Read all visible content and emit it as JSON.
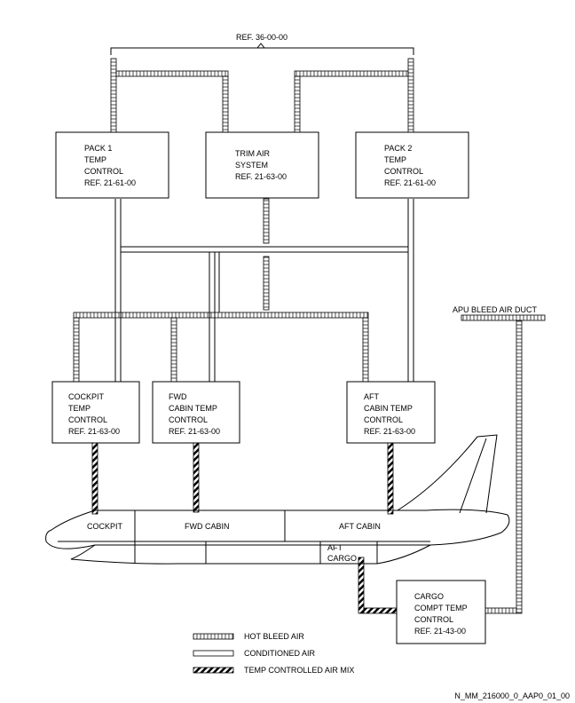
{
  "top_ref": "REF. 36-00-00",
  "boxes": {
    "pack1": [
      "PACK 1",
      "TEMP",
      "CONTROL",
      "REF. 21-61-00"
    ],
    "trim": [
      "TRIM AIR",
      "SYSTEM",
      "REF. 21-63-00"
    ],
    "pack2": [
      "PACK 2",
      "TEMP",
      "CONTROL",
      "REF. 21-61-00"
    ],
    "cockpit": [
      "COCKPIT",
      "TEMP",
      "CONTROL",
      "REF. 21-63-00"
    ],
    "fwd": [
      "FWD",
      "CABIN TEMP",
      "CONTROL",
      "REF. 21-63-00"
    ],
    "aft": [
      "AFT",
      "CABIN TEMP",
      "CONTROL",
      "REF. 21-63-00"
    ],
    "cargo": [
      "CARGO",
      "COMPT TEMP",
      "CONTROL",
      "REF. 21-43-00"
    ]
  },
  "apu_label": "APU BLEED AIR DUCT",
  "zones": {
    "cockpit": "COCKPIT",
    "fwd_cabin": "FWD CABIN",
    "aft_cabin": "AFT CABIN",
    "aft_cargo": [
      "AFT",
      "CARGO"
    ]
  },
  "legend": {
    "hot": "HOT BLEED AIR",
    "conditioned": "CONDITIONED AIR",
    "mix": "TEMP CONTROLLED AIR MIX"
  },
  "figure_id": "N_MM_216000_0_AAP0_01_00"
}
